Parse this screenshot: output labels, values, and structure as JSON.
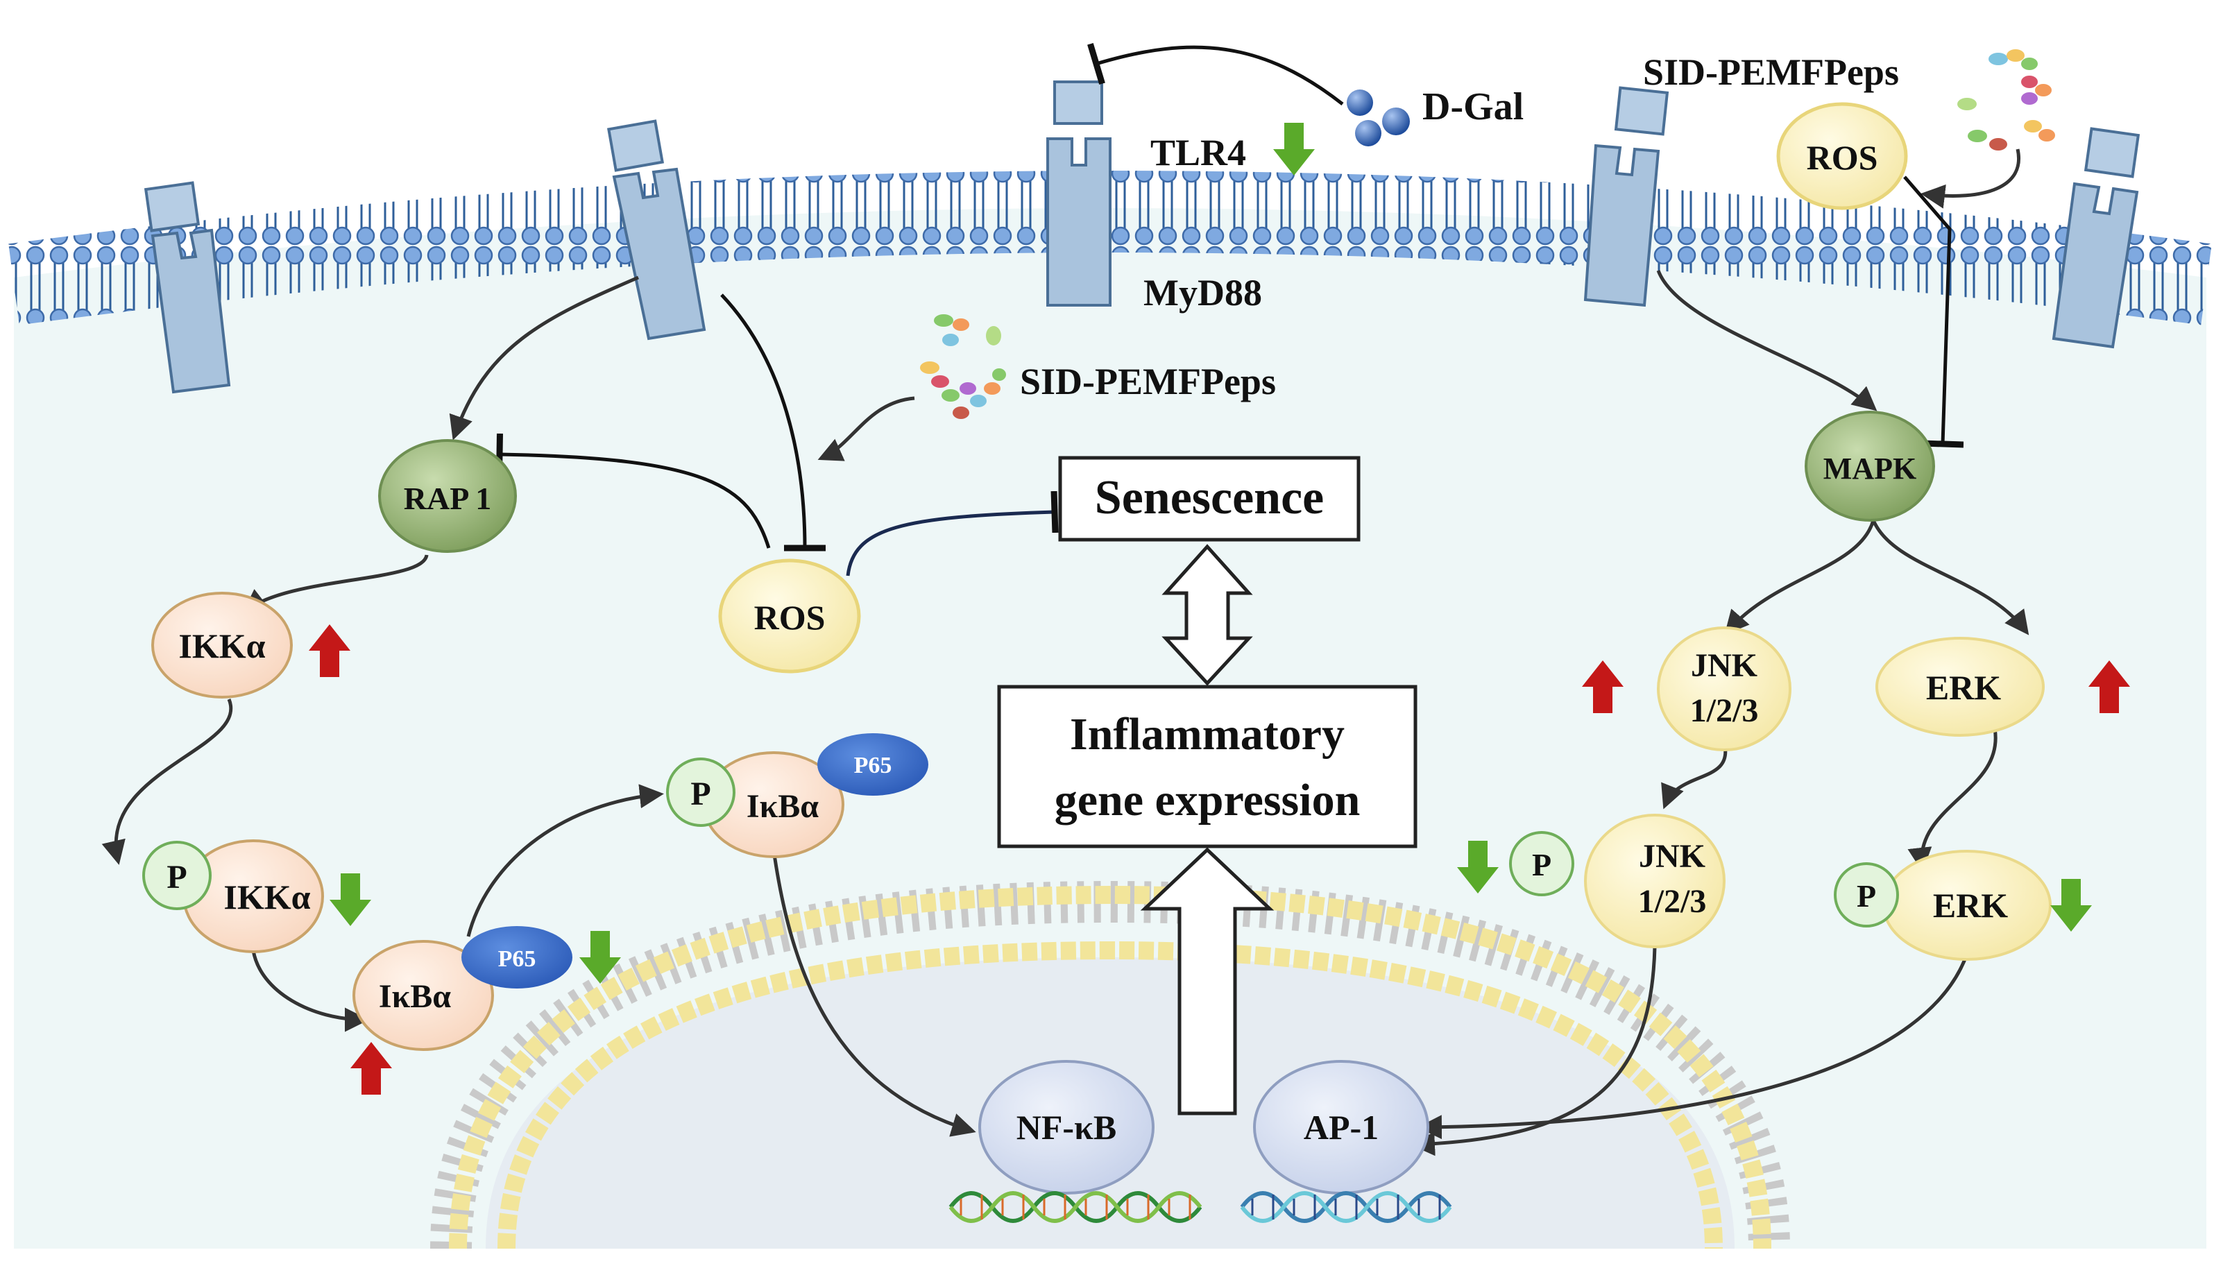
{
  "labels": {
    "d_gal": "D-Gal",
    "tlr4": "TLR4",
    "myd88": "MyD88",
    "sid_pemfpeps_top": "SID-PEMFPeps",
    "sid_pemfpeps_mid": "SID-PEMFPeps",
    "ros_right": "ROS",
    "ros_left": "ROS",
    "rap1": "RAP 1",
    "mapk": "MAPK",
    "senescence": "Senescence",
    "inflammatory_line1": "Inflammatory",
    "inflammatory_line2": "gene expression",
    "ikka": "IKKα",
    "p_ikka": "IKKα",
    "ikba": "IκBα",
    "p_ikba": "IκBα",
    "p65_bottom": "P65",
    "p65_top": "P65",
    "p": "P",
    "jnk_line1": "JNK",
    "jnk_line2": "1/2/3",
    "p_jnk_line1": "JNK",
    "p_jnk_line2": "1/2/3",
    "erk": "ERK",
    "p_erk": "ERK",
    "nfkb": "NF-κB",
    "ap1": "AP-1"
  },
  "regulation": {
    "ikka": "up",
    "p_ikka": "down",
    "ikba": "up",
    "p_ikba_p65": "down",
    "tlr4": "down",
    "jnk": "up",
    "p_jnk": "down",
    "erk": "up",
    "p_erk": "down"
  },
  "colors": {
    "cytoplasm": "#eef7f7",
    "membrane_head": "#7fa9e0",
    "membrane_tail": "#2f5f9a",
    "receptor": "#a9c3dd",
    "nuclear_head": "#f2e59a",
    "nucleus": "#e6ecf2",
    "up_arrow": "#c41818",
    "down_arrow": "#5aaa2a",
    "rap1_mapk": "#8fae6e",
    "ros": "#fbf3c2",
    "ikk": "#fde6d6",
    "p_circle": "#e3f4dc",
    "p65": "#3d6fce",
    "jnk_erk": "#fdf8dc",
    "tf_node": "#d7dff0"
  }
}
